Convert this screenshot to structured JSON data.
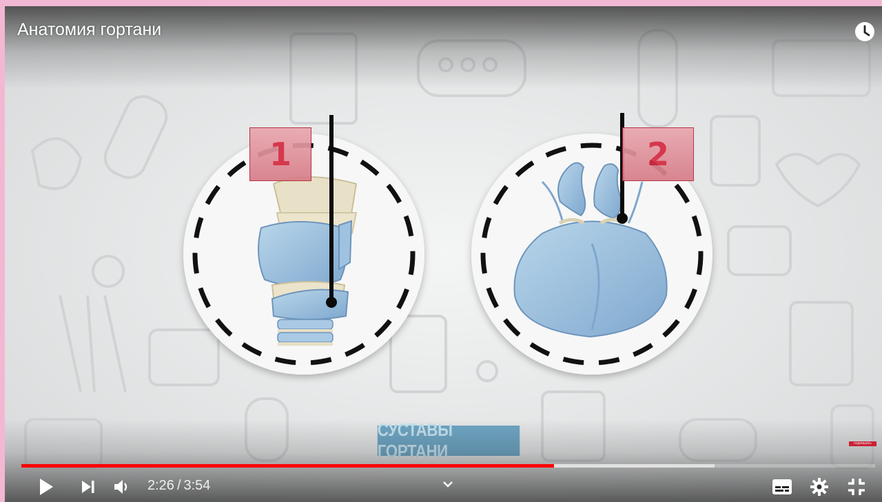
{
  "video": {
    "title": "Анатомия гортани",
    "labels": [
      "1",
      "2"
    ],
    "caption": "СУСТАВЫ ГОРТАНИ",
    "subscribe_tag": "подпишись"
  },
  "player": {
    "current_time": "2:26",
    "separator": "/",
    "duration": "3:54",
    "played_fraction": 0.624,
    "buffered_fraction": 0.812,
    "colors": {
      "progress": "#ff0000",
      "accent_label": "#d4283f",
      "caption_bg": "#6fa6c4"
    },
    "icons": [
      "play-icon",
      "next-icon",
      "volume-icon",
      "chevron-down-icon",
      "subtitles-icon",
      "settings-icon",
      "exit-fullscreen-icon",
      "watch-later-icon"
    ]
  }
}
